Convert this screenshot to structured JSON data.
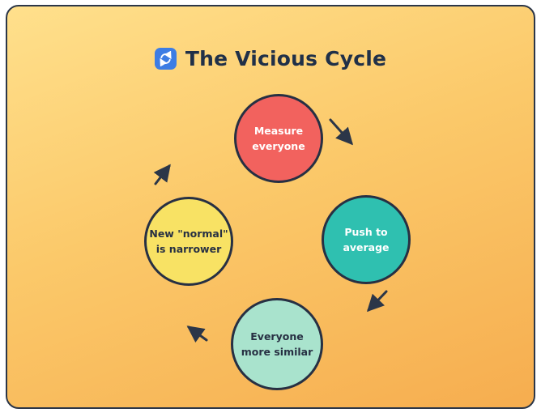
{
  "page": {
    "background_color": "#ffffff",
    "card_gradient_start": "#ffe08c",
    "card_gradient_end": "#f6ad4f",
    "card_border_color": "#2b3648"
  },
  "header": {
    "title": "The Vicious Cycle",
    "icon": "cycle-refresh-icon",
    "icon_color": "#3d7de4",
    "title_color": "#203048"
  },
  "cycle": {
    "arrow_color": "#2b3648",
    "nodes": [
      {
        "id": "measure-everyone",
        "line1": "Measure",
        "line2": "everyone",
        "fill": "#f2625e",
        "text_color": "#ffffff"
      },
      {
        "id": "push-to-average",
        "line1": "Push to",
        "line2": "average",
        "fill": "#2fc0b0",
        "text_color": "#ffffff"
      },
      {
        "id": "everyone-more-similar",
        "line1": "Everyone",
        "line2": "more similar",
        "fill": "#a9e3cd",
        "text_color": "#273043"
      },
      {
        "id": "new-normal-is-narrower",
        "line1": "New \"normal\"",
        "line2": "is narrower",
        "fill": "#f8e264",
        "text_color": "#273043"
      }
    ],
    "edges": [
      {
        "from": "measure-everyone",
        "to": "push-to-average"
      },
      {
        "from": "push-to-average",
        "to": "everyone-more-similar"
      },
      {
        "from": "everyone-more-similar",
        "to": "new-normal-is-narrower"
      },
      {
        "from": "new-normal-is-narrower",
        "to": "measure-everyone"
      }
    ]
  }
}
